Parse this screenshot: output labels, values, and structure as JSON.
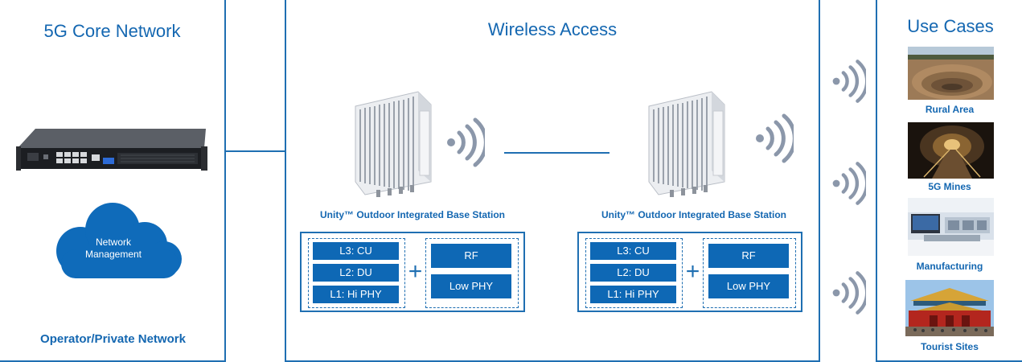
{
  "core": {
    "title": "5G Core Network",
    "cloud_line1": "Network",
    "cloud_line2": "Management",
    "footer": "Operator/Private Network"
  },
  "access": {
    "title": "Wireless Access",
    "stations": [
      {
        "label": "Unity™ Outdoor Integrated Base Station",
        "layers_left": [
          "L3: CU",
          "L2: DU",
          "L1: Hi PHY"
        ],
        "layers_right": [
          "RF",
          "Low PHY"
        ],
        "plus": "+"
      },
      {
        "label": "Unity™ Outdoor Integrated Base Station",
        "layers_left": [
          "L3: CU",
          "L2: DU",
          "L1: Hi PHY"
        ],
        "layers_right": [
          "RF",
          "Low PHY"
        ],
        "plus": "+"
      }
    ]
  },
  "use_cases": {
    "title": "Use Cases",
    "items": [
      {
        "label": "Rural Area"
      },
      {
        "label": "5G Mines"
      },
      {
        "label": "Manufacturing"
      },
      {
        "label": "Tourist Sites"
      }
    ]
  },
  "colors": {
    "brand_blue": "#0e68b5",
    "line_blue": "#1f6fb2",
    "signal_gray": "#8b97aa"
  },
  "icons": [
    "server-icon",
    "cloud-icon",
    "radio-unit-icon",
    "wireless-signal-icon",
    "mine-photo",
    "tunnel-photo",
    "factory-photo",
    "palace-photo"
  ]
}
